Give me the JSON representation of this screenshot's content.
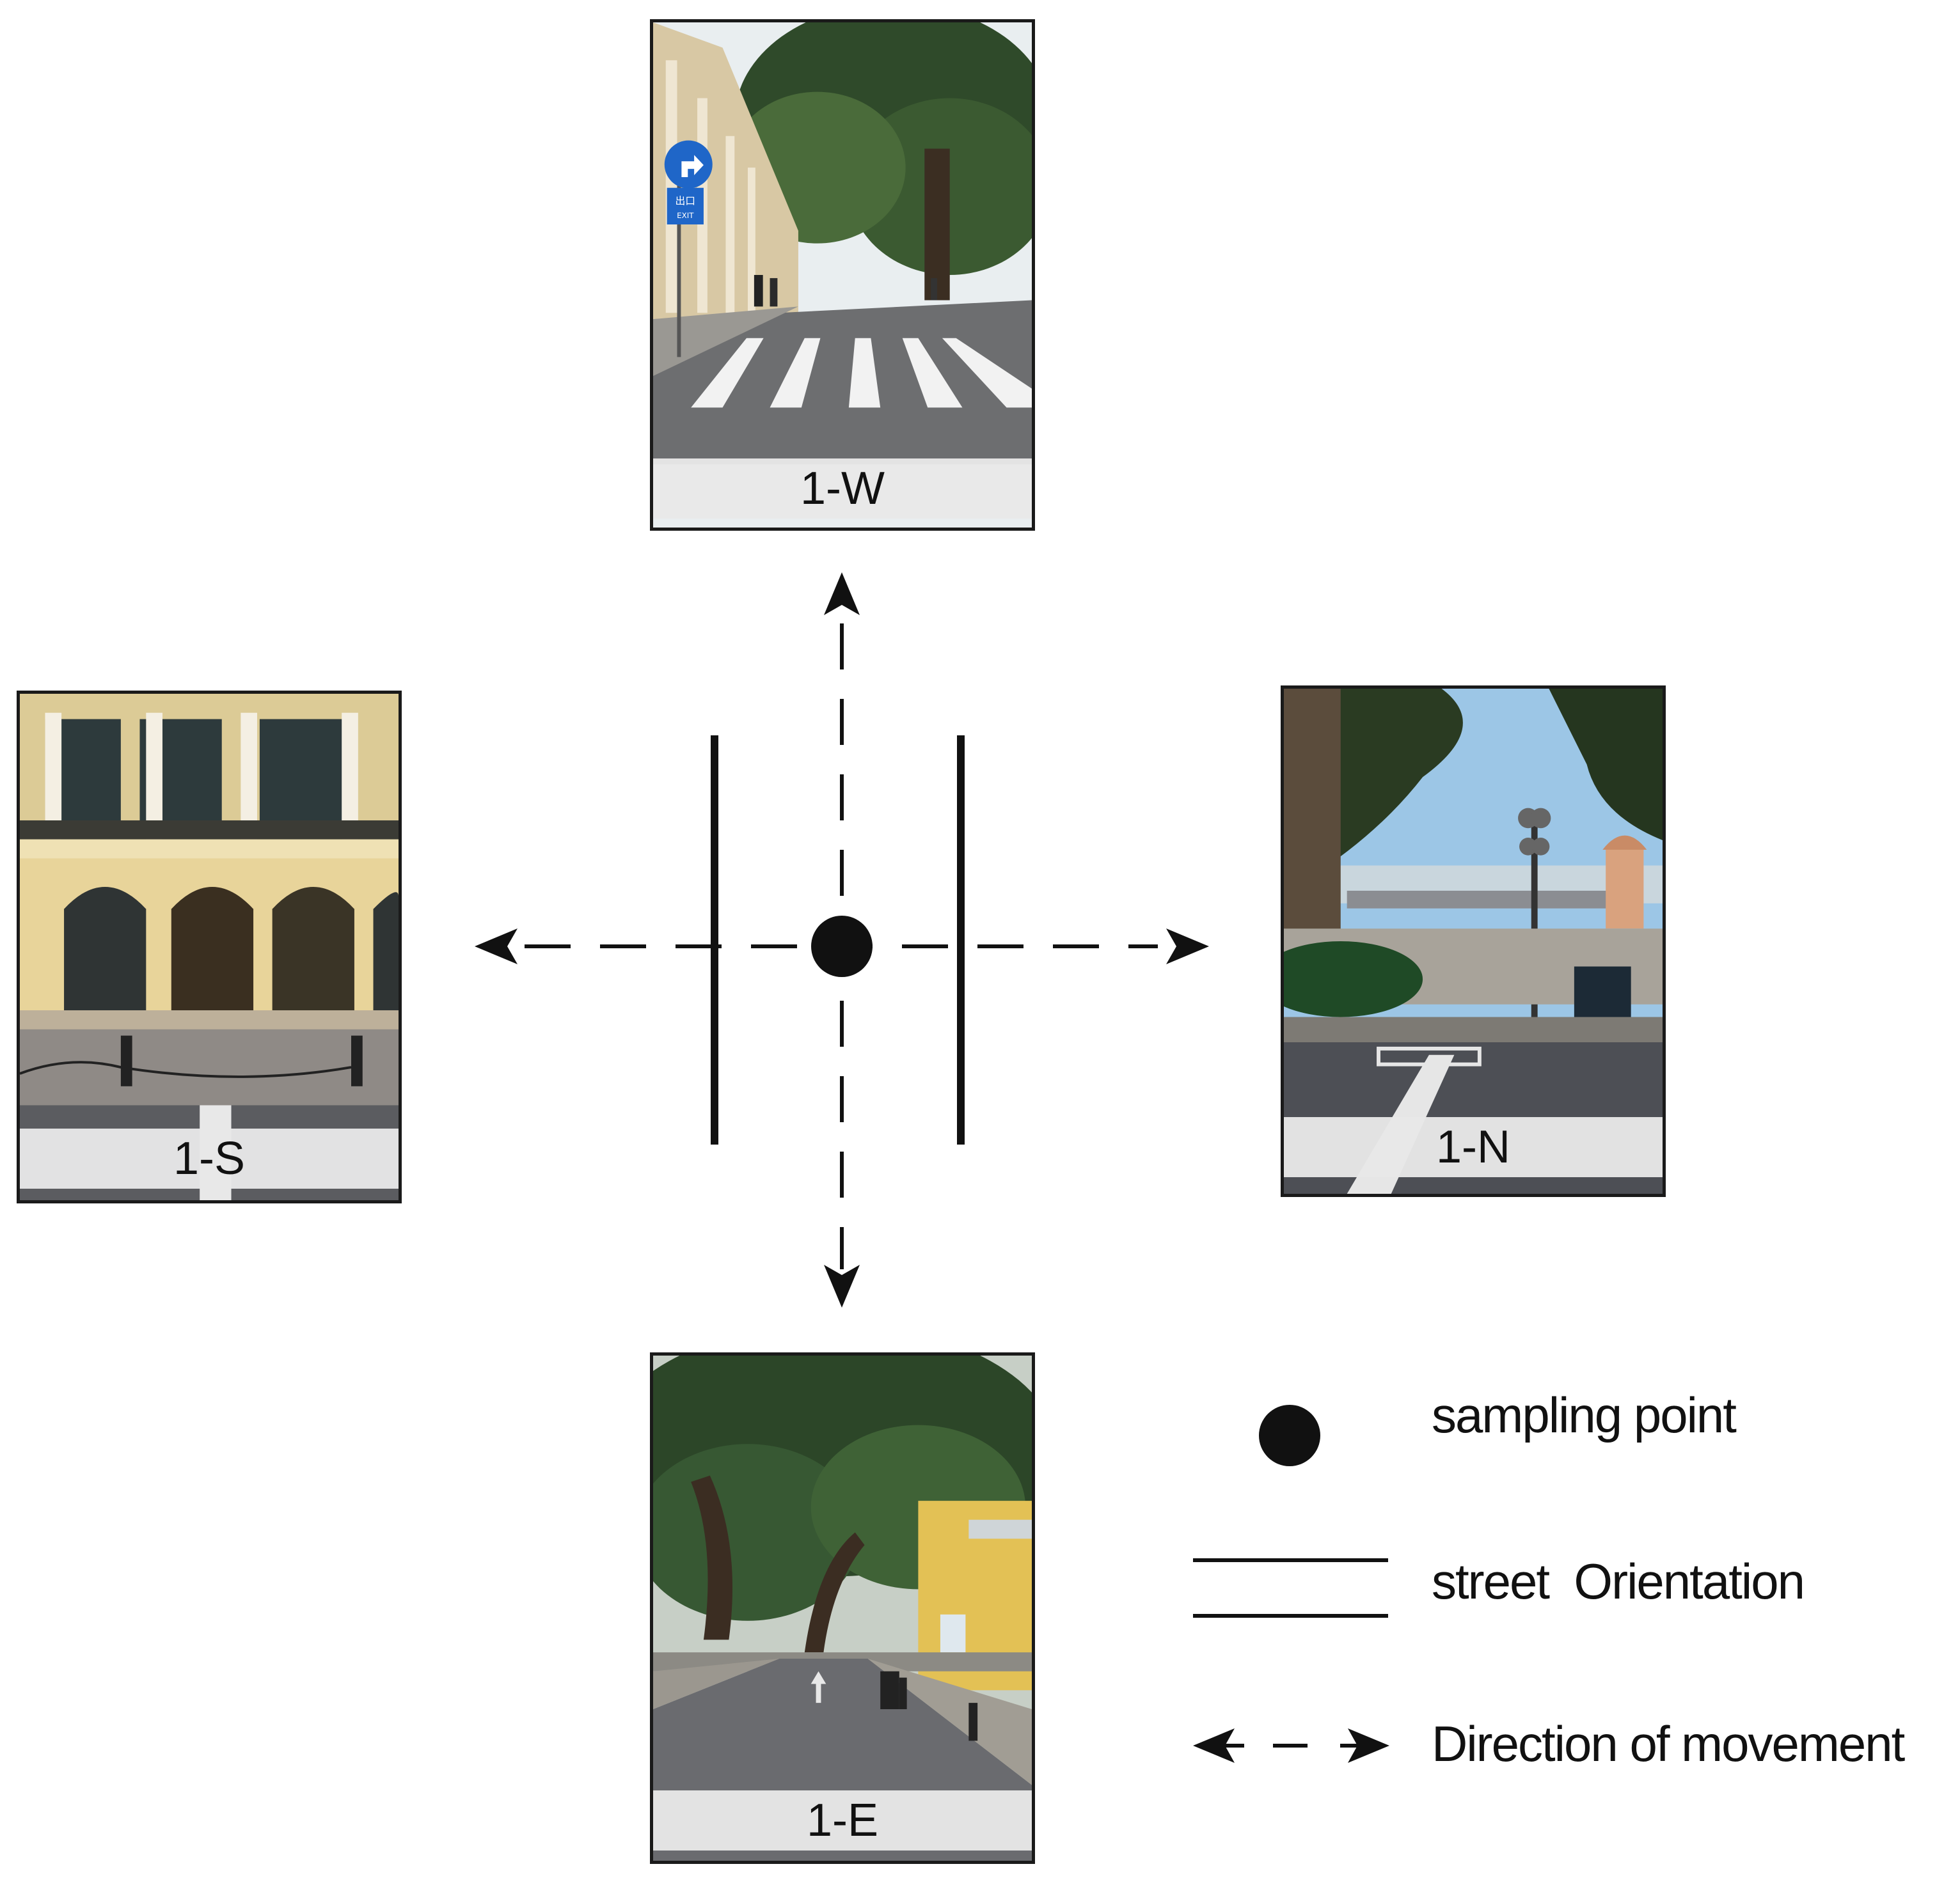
{
  "photos": {
    "west": {
      "label": "1-W",
      "icon": "street-view-west-photo"
    },
    "south": {
      "label": "1-S",
      "icon": "street-view-south-photo"
    },
    "north": {
      "label": "1-N",
      "icon": "street-view-north-photo"
    },
    "east": {
      "label": "1-E",
      "icon": "street-view-east-photo"
    }
  },
  "legend": {
    "sampling_point": "sampling point",
    "street_orientation": "street  Orientation",
    "direction_of_movement": "Direction of movement"
  },
  "sign": {
    "line1": "出口",
    "line2": "EXIT"
  },
  "colors": {
    "ink": "#111111",
    "label_bg": "#e8e8e8",
    "sign_blue": "#1f66c8"
  }
}
